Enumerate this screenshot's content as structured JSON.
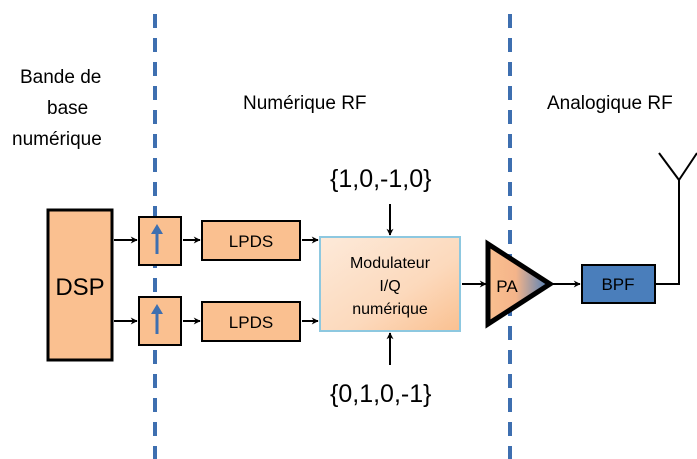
{
  "zones": {
    "baseband": [
      "Bande de",
      "base",
      "numérique"
    ],
    "digital_rf": "Numérique RF",
    "analog_rf": "Analogique RF"
  },
  "blocks": {
    "dsp": "DSP",
    "lpds_top": "LPDS",
    "lpds_bottom": "LPDS",
    "modulator": [
      "Modulateur",
      "I/Q",
      "numérique"
    ],
    "pa": "PA",
    "bpf": "BPF"
  },
  "sequences": {
    "top": "{1,0,-1,0}",
    "bottom": "{0,1,0,-1}"
  },
  "colors": {
    "orange_fill": "#FAC090",
    "orange_light": "#FDEADA",
    "blue_fill": "#4A7EBB",
    "blue_dark": "#2E5E9E",
    "dashed_line": "#3E6FB0",
    "modulator_border": "#8DC8E0",
    "stroke": "#000000"
  },
  "icons": {
    "upsampler": "up-arrow-icon",
    "antenna": "antenna-icon"
  }
}
